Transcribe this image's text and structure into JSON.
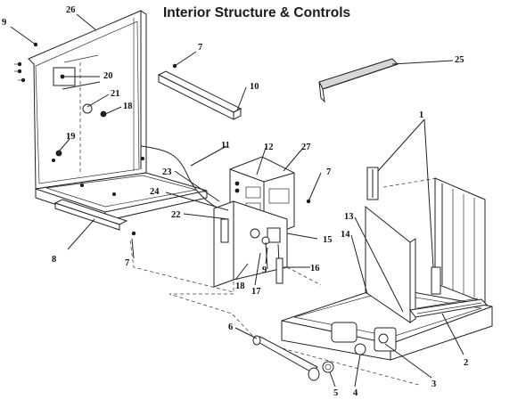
{
  "title": "Interior Structure & Controls",
  "callouts": {
    "c1": "1",
    "c2": "2",
    "c3": "3",
    "c4": "4",
    "c5": "5",
    "c6": "6",
    "c7a": "7",
    "c7b": "7",
    "c7c": "7",
    "c8": "8",
    "c9a": "9",
    "c9b": "9",
    "c10": "10",
    "c11": "11",
    "c12": "12",
    "c13": "13",
    "c14": "14",
    "c15": "15",
    "c16": "16",
    "c17": "17",
    "c18a": "18",
    "c18b": "18",
    "c19": "19",
    "c20": "20",
    "c21": "21",
    "c22": "22",
    "c23": "23",
    "c24": "24",
    "c25": "25",
    "c26": "26",
    "c27": "27"
  }
}
